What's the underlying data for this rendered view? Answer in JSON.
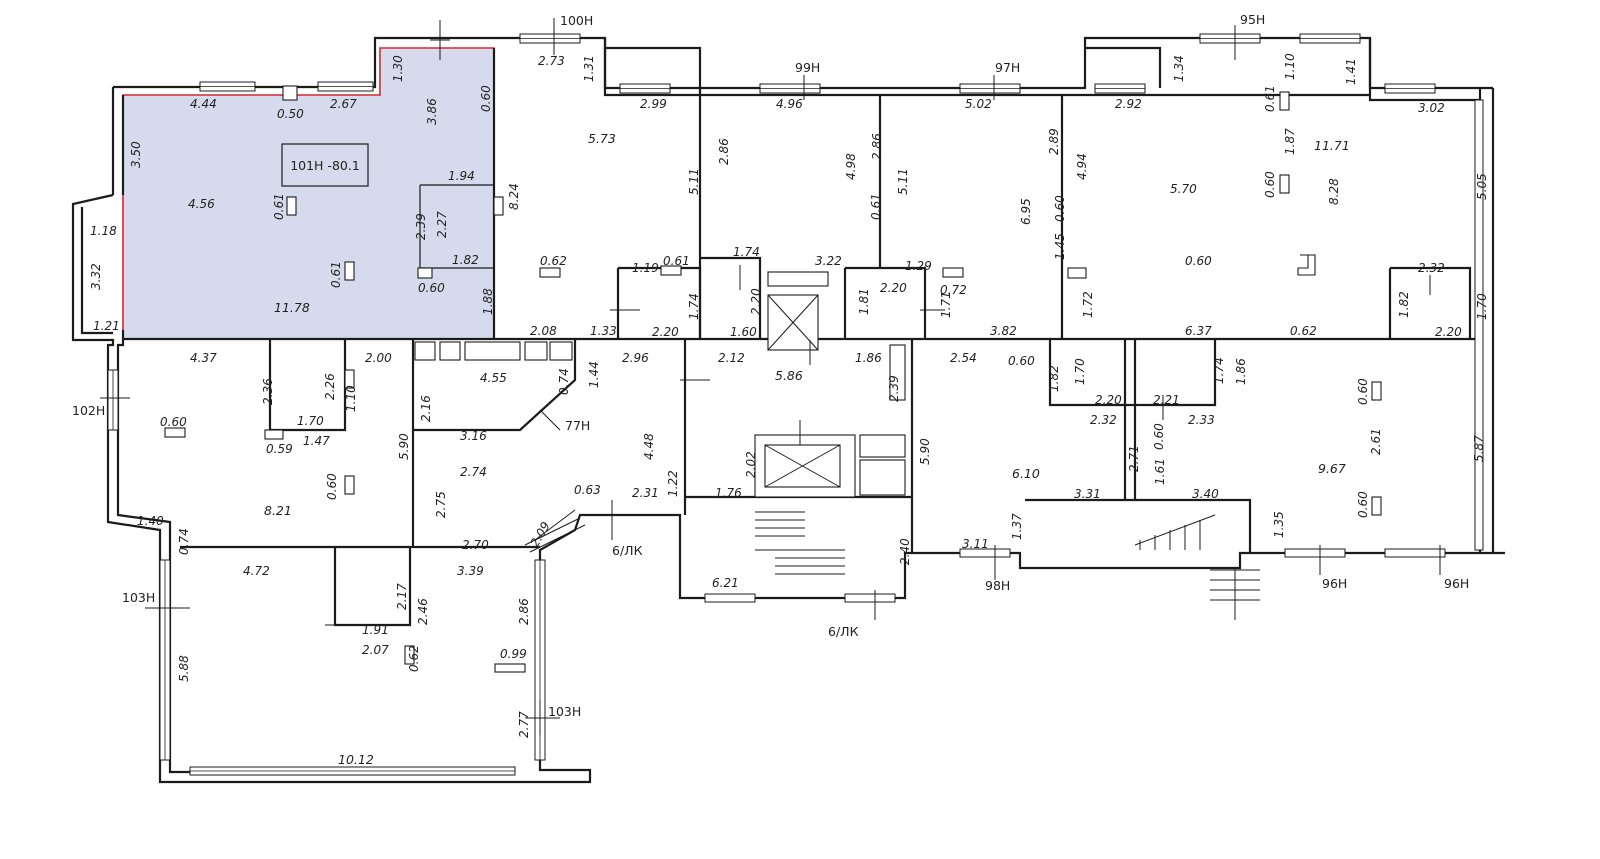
{
  "plan": {
    "highlight_color": "#d5dbec",
    "highlight_border": "#d9272f",
    "room_label": "101Н -80.1",
    "labels": [
      {
        "id": "l1",
        "text": "100Н"
      },
      {
        "id": "l2",
        "text": "99Н"
      },
      {
        "id": "l3",
        "text": "97Н"
      },
      {
        "id": "l4",
        "text": "95Н"
      },
      {
        "id": "l5",
        "text": "102Н"
      },
      {
        "id": "l6",
        "text": "103Н"
      },
      {
        "id": "l7",
        "text": "103Н"
      },
      {
        "id": "l8",
        "text": "77Н"
      },
      {
        "id": "l9",
        "text": "6/ЛК"
      },
      {
        "id": "l10",
        "text": "6/ЛК"
      },
      {
        "id": "l11",
        "text": "98Н"
      },
      {
        "id": "l12",
        "text": "96Н"
      },
      {
        "id": "l13",
        "text": "96Н"
      }
    ],
    "dims": [
      {
        "id": "d1",
        "text": "4.44"
      },
      {
        "id": "d2",
        "text": "0.50"
      },
      {
        "id": "d3",
        "text": "2.67"
      },
      {
        "id": "d4",
        "text": "1.30"
      },
      {
        "id": "d5",
        "text": "3.86"
      },
      {
        "id": "d6",
        "text": "0.60"
      },
      {
        "id": "d7",
        "text": "3.50"
      },
      {
        "id": "d8",
        "text": "4.56"
      },
      {
        "id": "d9",
        "text": "0.61"
      },
      {
        "id": "d10",
        "text": "1.94"
      },
      {
        "id": "d11",
        "text": "2.39"
      },
      {
        "id": "d12",
        "text": "2.27"
      },
      {
        "id": "d13",
        "text": "1.18"
      },
      {
        "id": "d14",
        "text": "3.32"
      },
      {
        "id": "d15",
        "text": "1.82"
      },
      {
        "id": "d16",
        "text": "0.61"
      },
      {
        "id": "d17",
        "text": "0.60"
      },
      {
        "id": "d18",
        "text": "1.88"
      },
      {
        "id": "d19",
        "text": "11.78"
      },
      {
        "id": "d20",
        "text": "1.21"
      },
      {
        "id": "d21",
        "text": "8.24"
      },
      {
        "id": "d22",
        "text": "2.73"
      },
      {
        "id": "d23",
        "text": "1.31"
      },
      {
        "id": "d24",
        "text": "2.99"
      },
      {
        "id": "d25",
        "text": "5.73"
      },
      {
        "id": "d26",
        "text": "5.11"
      },
      {
        "id": "d27",
        "text": "0.62"
      },
      {
        "id": "d28",
        "text": "2.08"
      },
      {
        "id": "d29",
        "text": "1.33"
      },
      {
        "id": "d30",
        "text": "1.19"
      },
      {
        "id": "d31",
        "text": "0.61"
      },
      {
        "id": "d32",
        "text": "1.74"
      },
      {
        "id": "d33",
        "text": "2.20"
      },
      {
        "id": "d34",
        "text": "4.96"
      },
      {
        "id": "d35",
        "text": "2.86"
      },
      {
        "id": "d36",
        "text": "4.98"
      },
      {
        "id": "d37",
        "text": "2.86"
      },
      {
        "id": "d38",
        "text": "0.61"
      },
      {
        "id": "d39",
        "text": "1.74"
      },
      {
        "id": "d40",
        "text": "3.22"
      },
      {
        "id": "d41",
        "text": "2.20"
      },
      {
        "id": "d42",
        "text": "1.60"
      },
      {
        "id": "d43",
        "text": "5.02"
      },
      {
        "id": "d44",
        "text": "5.11"
      },
      {
        "id": "d45",
        "text": "2.89"
      },
      {
        "id": "d46",
        "text": "6.95"
      },
      {
        "id": "d47",
        "text": "0.60"
      },
      {
        "id": "d48",
        "text": "1.45"
      },
      {
        "id": "d49",
        "text": "1.29"
      },
      {
        "id": "d50",
        "text": "0.72"
      },
      {
        "id": "d51",
        "text": "2.20"
      },
      {
        "id": "d52",
        "text": "1.81"
      },
      {
        "id": "d53",
        "text": "1.71"
      },
      {
        "id": "d54",
        "text": "3.82"
      },
      {
        "id": "d55",
        "text": "2.92"
      },
      {
        "id": "d56",
        "text": "1.34"
      },
      {
        "id": "d57",
        "text": "0.61"
      },
      {
        "id": "d58",
        "text": "1.10"
      },
      {
        "id": "d59",
        "text": "1.41"
      },
      {
        "id": "d60",
        "text": "3.02"
      },
      {
        "id": "d61",
        "text": "1.87"
      },
      {
        "id": "d62",
        "text": "11.71"
      },
      {
        "id": "d63",
        "text": "4.94"
      },
      {
        "id": "d64",
        "text": "5.70"
      },
      {
        "id": "d65",
        "text": "0.60"
      },
      {
        "id": "d66",
        "text": "8.28"
      },
      {
        "id": "d67",
        "text": "5.05"
      },
      {
        "id": "d68",
        "text": "0.60"
      },
      {
        "id": "d69",
        "text": "2.32"
      },
      {
        "id": "d70",
        "text": "1.72"
      },
      {
        "id": "d71",
        "text": "6.37"
      },
      {
        "id": "d72",
        "text": "0.62"
      },
      {
        "id": "d73",
        "text": "1.82"
      },
      {
        "id": "d74",
        "text": "2.20"
      },
      {
        "id": "d75",
        "text": "1.70"
      },
      {
        "id": "d76",
        "text": "4.37"
      },
      {
        "id": "d77",
        "text": "2.36"
      },
      {
        "id": "d78",
        "text": "2.26"
      },
      {
        "id": "d79",
        "text": "2.00"
      },
      {
        "id": "d80",
        "text": "1.10"
      },
      {
        "id": "d81",
        "text": "0.60"
      },
      {
        "id": "d82",
        "text": "1.70"
      },
      {
        "id": "d83",
        "text": "0.59"
      },
      {
        "id": "d84",
        "text": "1.47"
      },
      {
        "id": "d85",
        "text": "5.90"
      },
      {
        "id": "d86",
        "text": "0.60"
      },
      {
        "id": "d87",
        "text": "8.21"
      },
      {
        "id": "d88",
        "text": "1.40"
      },
      {
        "id": "d89",
        "text": "0.74"
      },
      {
        "id": "d90",
        "text": "4.55"
      },
      {
        "id": "d91",
        "text": "0.74"
      },
      {
        "id": "d92",
        "text": "1.44"
      },
      {
        "id": "d93",
        "text": "2.16"
      },
      {
        "id": "d94",
        "text": "3.16"
      },
      {
        "id": "d95",
        "text": "2.74"
      },
      {
        "id": "d96",
        "text": "2.75"
      },
      {
        "id": "d97",
        "text": "2.70"
      },
      {
        "id": "d98",
        "text": "2.96"
      },
      {
        "id": "d99",
        "text": "4.48"
      },
      {
        "id": "d100",
        "text": "0.63"
      },
      {
        "id": "d101",
        "text": "2.31"
      },
      {
        "id": "d102",
        "text": "1.22"
      },
      {
        "id": "d103",
        "text": "2.09"
      },
      {
        "id": "d104",
        "text": "2.12"
      },
      {
        "id": "d105",
        "text": "5.86"
      },
      {
        "id": "d106",
        "text": "1.86"
      },
      {
        "id": "d107",
        "text": "2.39"
      },
      {
        "id": "d108",
        "text": "2.02"
      },
      {
        "id": "d109",
        "text": "1.76"
      },
      {
        "id": "d110",
        "text": "5.90"
      },
      {
        "id": "d111",
        "text": "2.40"
      },
      {
        "id": "d112",
        "text": "6.21"
      },
      {
        "id": "d113",
        "text": "2.54"
      },
      {
        "id": "d114",
        "text": "0.60"
      },
      {
        "id": "d115",
        "text": "1.82"
      },
      {
        "id": "d116",
        "text": "1.70"
      },
      {
        "id": "d117",
        "text": "2.20"
      },
      {
        "id": "d118",
        "text": "2.32"
      },
      {
        "id": "d119",
        "text": "2.21"
      },
      {
        "id": "d120",
        "text": "2.33"
      },
      {
        "id": "d121",
        "text": "1.74"
      },
      {
        "id": "d122",
        "text": "1.86"
      },
      {
        "id": "d123",
        "text": "0.60"
      },
      {
        "id": "d124",
        "text": "2.71"
      },
      {
        "id": "d125",
        "text": "1.61"
      },
      {
        "id": "d126",
        "text": "6.10"
      },
      {
        "id": "d127",
        "text": "2.61"
      },
      {
        "id": "d128",
        "text": "9.67"
      },
      {
        "id": "d129",
        "text": "5.87"
      },
      {
        "id": "d130",
        "text": "0.60"
      },
      {
        "id": "d131",
        "text": "3.31"
      },
      {
        "id": "d132",
        "text": "3.40"
      },
      {
        "id": "d133",
        "text": "1.37"
      },
      {
        "id": "d134",
        "text": "3.11"
      },
      {
        "id": "d135",
        "text": "1.35"
      },
      {
        "id": "d136",
        "text": "0.60"
      },
      {
        "id": "d137",
        "text": "4.72"
      },
      {
        "id": "d138",
        "text": "3.39"
      },
      {
        "id": "d139",
        "text": "2.17"
      },
      {
        "id": "d140",
        "text": "2.46"
      },
      {
        "id": "d141",
        "text": "1.91"
      },
      {
        "id": "d142",
        "text": "2.07"
      },
      {
        "id": "d143",
        "text": "0.62"
      },
      {
        "id": "d144",
        "text": "0.99"
      },
      {
        "id": "d145",
        "text": "5.88"
      },
      {
        "id": "d146",
        "text": "2.86"
      },
      {
        "id": "d147",
        "text": "2.77"
      },
      {
        "id": "d148",
        "text": "10.12"
      }
    ]
  }
}
